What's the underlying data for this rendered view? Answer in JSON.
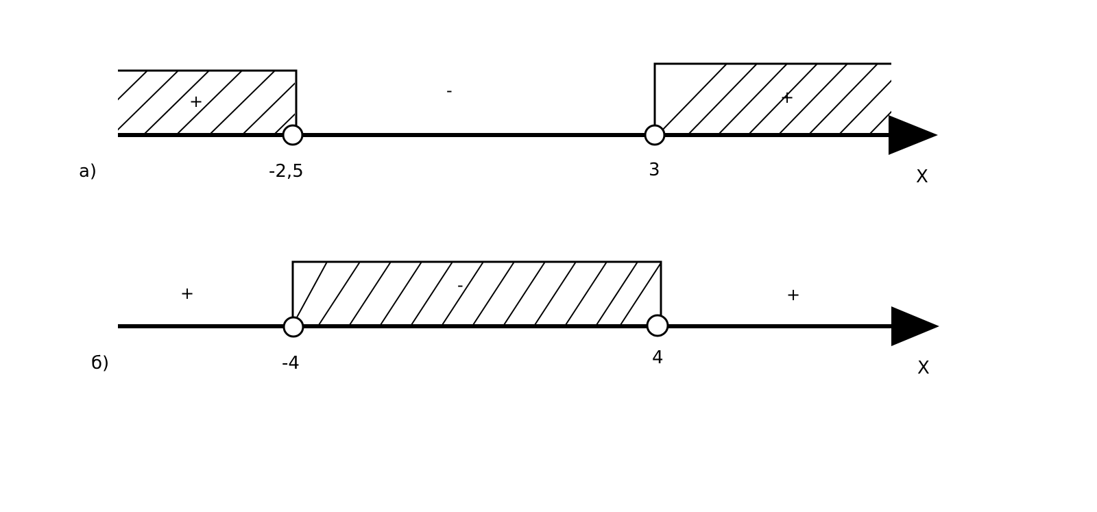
{
  "diagrams": [
    {
      "id": "a",
      "part_label": "а)",
      "axis_label": "X",
      "points": [
        {
          "value": -2.5,
          "label": "-2,5",
          "open": true
        },
        {
          "value": 3,
          "label": "3",
          "open": true
        }
      ],
      "interval_signs": [
        "+",
        "-",
        "+"
      ],
      "shaded_intervals": [
        0,
        2
      ]
    },
    {
      "id": "b",
      "part_label": "б)",
      "axis_label": "X",
      "points": [
        {
          "value": -4,
          "label": "-4",
          "open": true
        },
        {
          "value": 4,
          "label": "4",
          "open": true
        }
      ],
      "interval_signs": [
        "+",
        "-",
        "+"
      ],
      "shaded_intervals": [
        1
      ]
    }
  ]
}
